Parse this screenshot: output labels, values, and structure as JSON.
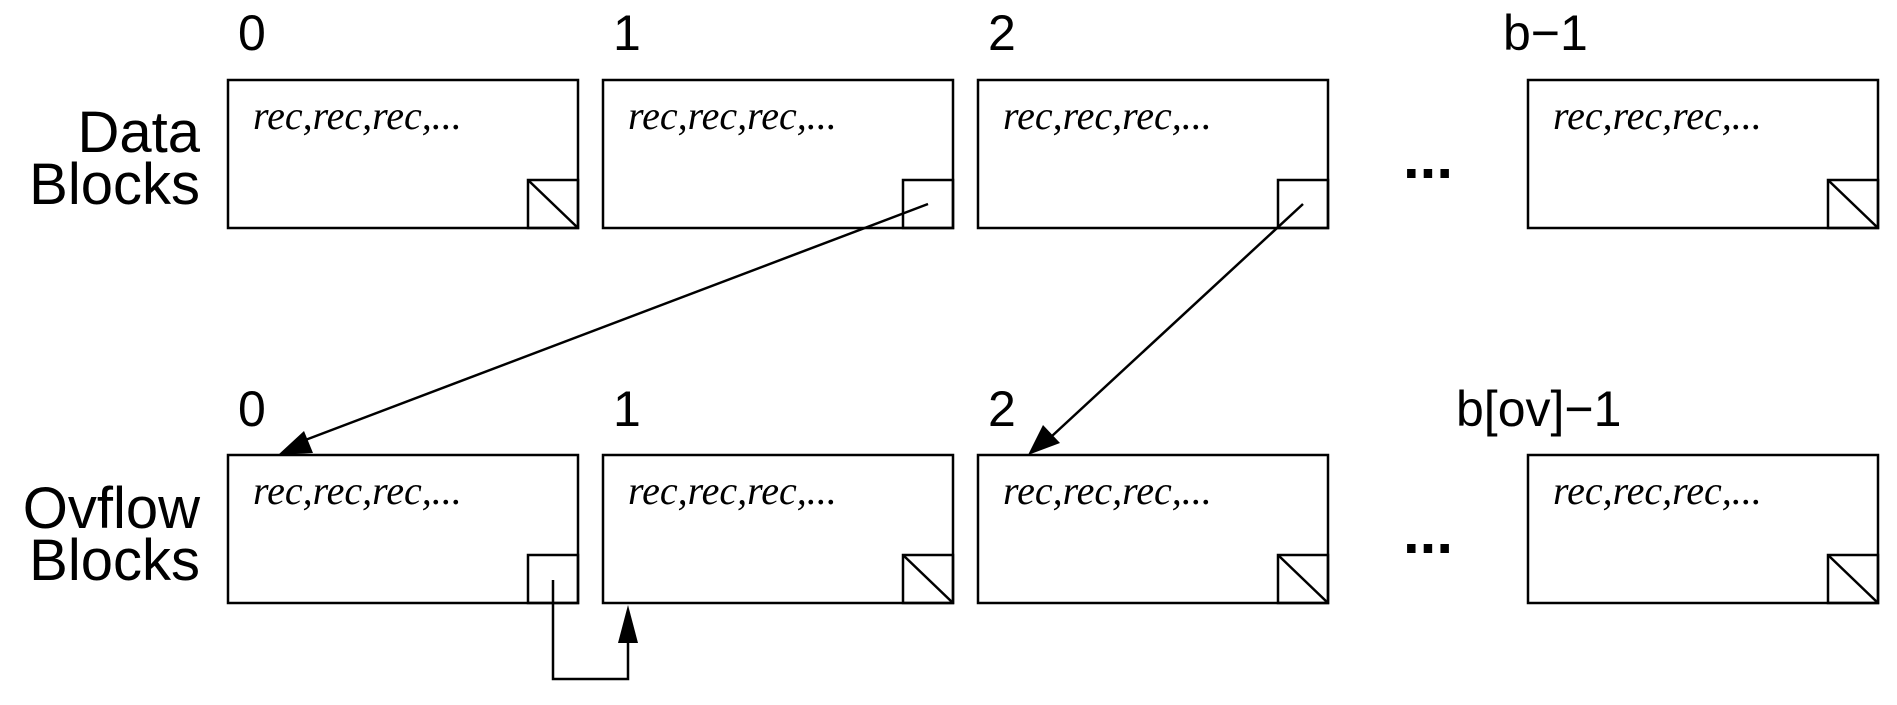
{
  "rows": [
    {
      "id": "data",
      "label_line1": "Data",
      "label_line2": "Blocks",
      "ellipsis": "...",
      "blocks": [
        {
          "index": "0",
          "text": "rec,rec,rec,...",
          "pointer": "null"
        },
        {
          "index": "1",
          "text": "rec,rec,rec,...",
          "pointer": "ovflow-0"
        },
        {
          "index": "2",
          "text": "rec,rec,rec,...",
          "pointer": "ovflow-2"
        },
        {
          "index": "b−1",
          "text": "rec,rec,rec,...",
          "pointer": "null"
        }
      ]
    },
    {
      "id": "ovflow",
      "label_line1": "Ovflow",
      "label_line2": "Blocks",
      "ellipsis": "...",
      "blocks": [
        {
          "index": "0",
          "text": "rec,rec,rec,...",
          "pointer": "ovflow-1"
        },
        {
          "index": "1",
          "text": "rec,rec,rec,...",
          "pointer": "null"
        },
        {
          "index": "2",
          "text": "rec,rec,rec,...",
          "pointer": "null"
        },
        {
          "index": "b[ov]−1",
          "text": "rec,rec,rec,...",
          "pointer": "null"
        }
      ]
    }
  ]
}
